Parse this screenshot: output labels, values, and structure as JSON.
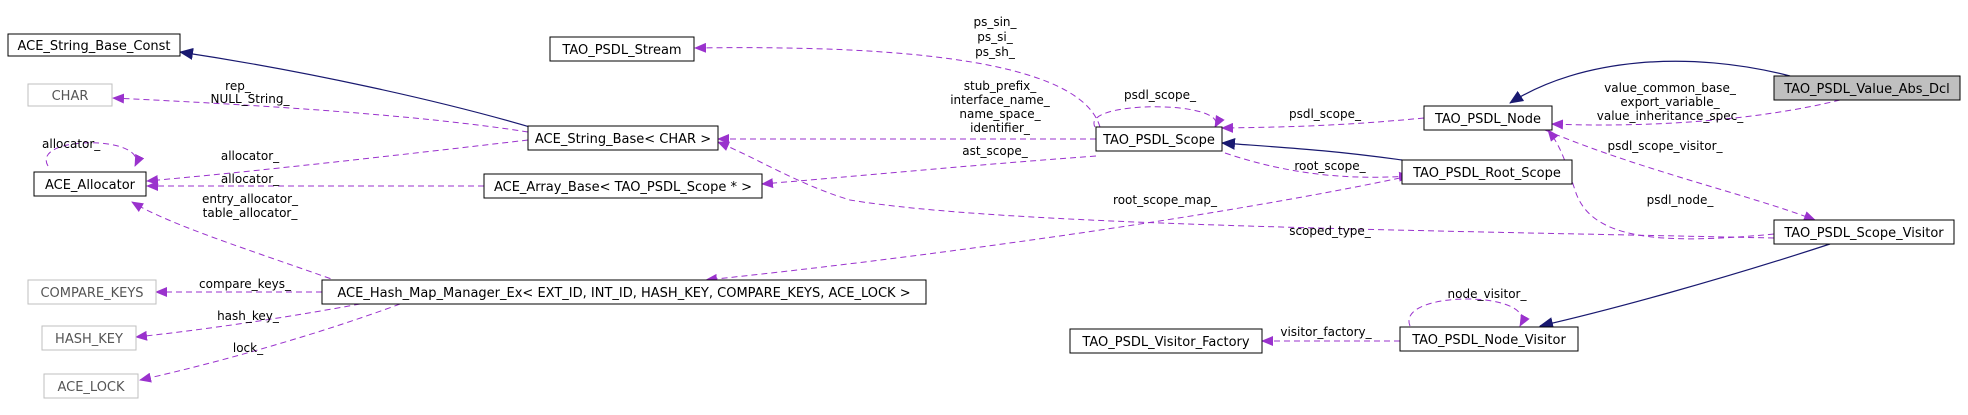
{
  "nodes": {
    "string_base_const": "ACE_String_Base_Const",
    "char": "CHAR",
    "allocator": "ACE_Allocator",
    "compare_keys": "COMPARE_KEYS",
    "hash_key": "HASH_KEY",
    "ace_lock": "ACE_LOCK",
    "psdl_stream": "TAO_PSDL_Stream",
    "string_base": "ACE_String_Base< CHAR >",
    "array_base": "ACE_Array_Base< TAO_PSDL_Scope * >",
    "hash_map": "ACE_Hash_Map_Manager_Ex< EXT_ID, INT_ID, HASH_KEY, COMPARE_KEYS, ACE_LOCK >",
    "psdl_scope": "TAO_PSDL_Scope",
    "visitor_factory": "TAO_PSDL_Visitor_Factory",
    "psdl_node": "TAO_PSDL_Node",
    "root_scope": "TAO_PSDL_Root_Scope",
    "node_visitor": "TAO_PSDL_Node_Visitor",
    "value_abs_dcl": "TAO_PSDL_Value_Abs_Dcl",
    "scope_visitor": "TAO_PSDL_Scope_Visitor"
  },
  "edge_labels": {
    "allocator_self": "allocator_",
    "rep_null": [
      "rep_",
      "NULL_String_"
    ],
    "allocator_sb": "allocator_",
    "allocator_ab": "allocator_",
    "entry_table": [
      "entry_allocator_",
      "table_allocator_"
    ],
    "compare_keys": "compare_keys_",
    "hash_key": "hash_key_",
    "lock": "lock_",
    "ps": [
      "ps_sin_",
      "ps_si_",
      "ps_sh_"
    ],
    "scope_strings": [
      "stub_prefix_",
      "interface_name_",
      "name_space_",
      "identifier_"
    ],
    "ast_scope": "ast_scope_",
    "psdl_scope_self": "psdl_scope_",
    "root_scope": "root_scope_",
    "root_scope_map": "root_scope_map_",
    "scoped_type": "scoped_type_",
    "psdl_scope_node": "psdl_scope_",
    "value_strings": [
      "value_common_base_",
      "export_variable_",
      "value_inheritance_spec_"
    ],
    "psdl_scope_visitor": "psdl_scope_visitor_",
    "psdl_node": "psdl_node_",
    "node_visitor_self": "node_visitor_",
    "visitor_factory": "visitor_factory_"
  },
  "colors": {
    "usage_edge": "#9a32cd",
    "inheritance_edge": "#191970",
    "highlight_node": "#bfbfbf",
    "normal_node": "#ffffff",
    "external_border": "#bfbfbf"
  }
}
